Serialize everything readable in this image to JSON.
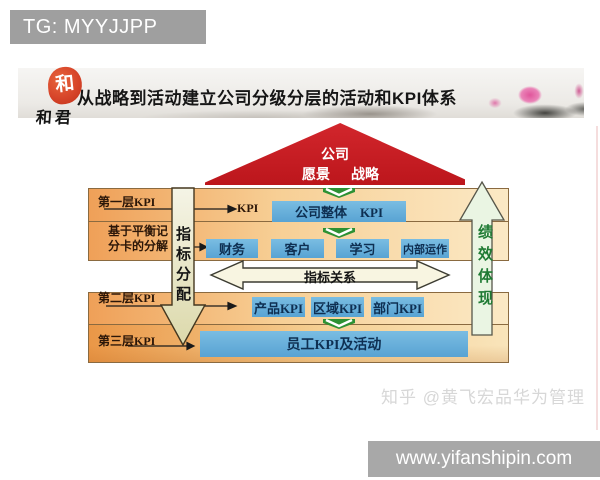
{
  "badge": {
    "text": "TG: MYYJJPP"
  },
  "logo": {
    "seal_char": "和",
    "name": "和君"
  },
  "header": {
    "title": "从战略到活动建立公司分级分层的活动和KPI体系"
  },
  "roof": {
    "top": "公司",
    "left": "愿景",
    "right": "战略"
  },
  "levels": {
    "level1": "第一层KPI",
    "bsc_line1": "基于平衡记",
    "bsc_line2": "分卡的分解",
    "level2": "第二层KPI",
    "level3": "第三层KPI",
    "kpi_label": "KPI"
  },
  "boxes": {
    "company_overall": "公司整体　KPI",
    "finance": "财务",
    "customer": "客户",
    "learning": "学习",
    "internal": "内部运作",
    "product": "产品KPI",
    "region": "区域KPI",
    "department": "部门KPI",
    "employee": "员工KPI及活动"
  },
  "arrows": {
    "allocate": "指标分配",
    "relation": "指标关系",
    "performance": "绩效体现"
  },
  "icons": {
    "chevron_double_down": "envelope-style double chevron",
    "lotus": "ink-wash lotus painting"
  },
  "watermark": "知乎 @黄飞宏品华为管理",
  "footer": {
    "url": "www.yifanshipin.com"
  },
  "colors": {
    "roof_red": "#c2191f",
    "band_orange": "#efa058",
    "band_cream": "#fbe9c5",
    "box_blue": "#58a3d3",
    "box_text_navy": "#0e2f52",
    "chevron_green": "#2d9133",
    "performance_green": "#1e7a33",
    "allocate_arrow_fill": "#e8e5bd",
    "relation_arrow_fill": "#f8f5e1",
    "badge_gray": "#9f9f9f",
    "footer_gray": "#a8a8a8",
    "watermark_gray": "#d7d7d7"
  }
}
